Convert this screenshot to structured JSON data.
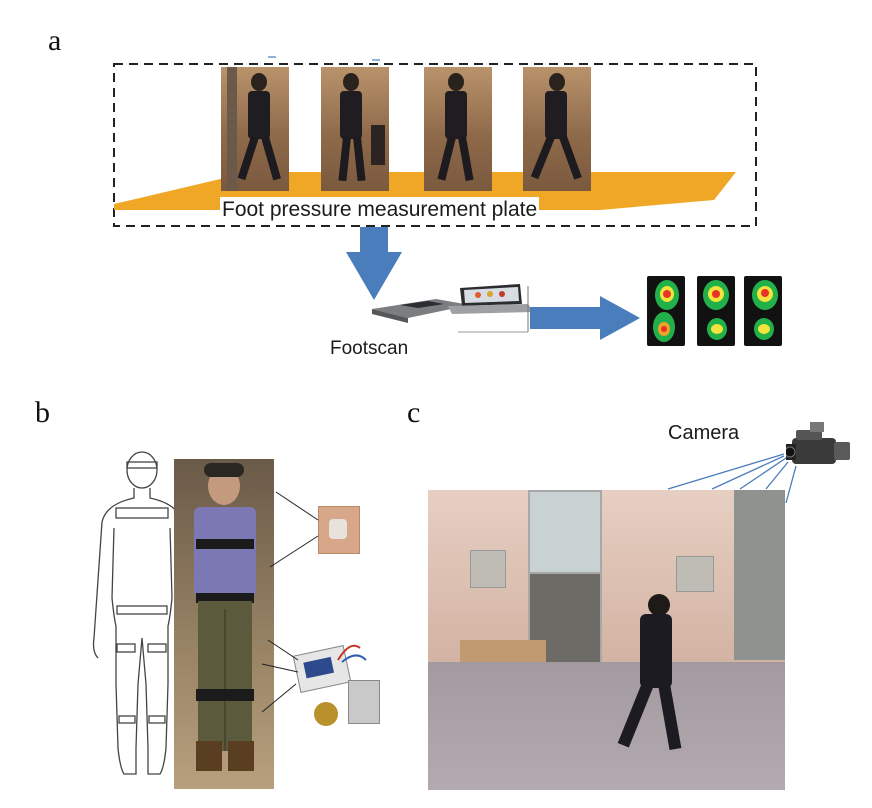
{
  "panels": {
    "a": {
      "letter": "a",
      "plate_label": "Foot pressure measurement plate",
      "device_label": "Footscan",
      "walking_frames": 4,
      "pressure_maps": 3
    },
    "b": {
      "letter": "b"
    },
    "c": {
      "letter": "c",
      "camera_label": "Camera"
    }
  },
  "colors": {
    "plate": "#f0a726",
    "arrow": "#4a7dbb",
    "dashed_border": "#222222",
    "camera_lines": "#4a7dbb"
  },
  "icons": [
    "camera-icon",
    "footscan-device-icon",
    "arrow-down-icon",
    "arrow-right-icon"
  ]
}
